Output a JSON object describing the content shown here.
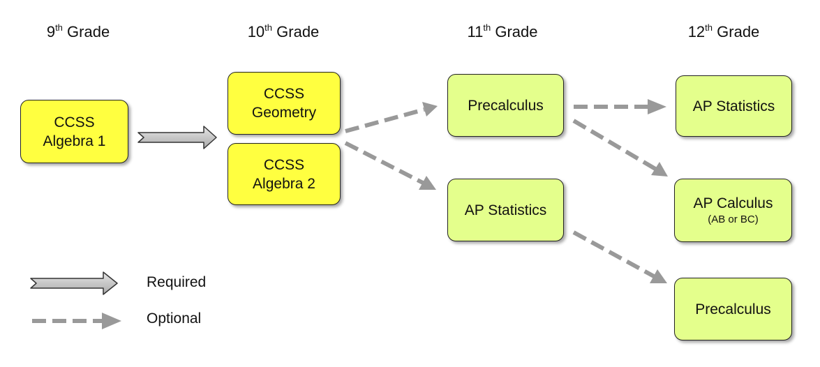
{
  "grades": [
    {
      "number": "9",
      "suffix": "th",
      "label": "Grade"
    },
    {
      "number": "10",
      "suffix": "th",
      "label": "Grade"
    },
    {
      "number": "11",
      "suffix": "th",
      "label": "Grade"
    },
    {
      "number": "12",
      "suffix": "th",
      "label": "Grade"
    }
  ],
  "courses": {
    "algebra1": {
      "line1": "CCSS",
      "line2": "Algebra 1"
    },
    "geometry": {
      "line1": "CCSS",
      "line2": "Geometry"
    },
    "algebra2": {
      "line1": "CCSS",
      "line2": "Algebra 2"
    },
    "precalc11": {
      "line1": "Precalculus"
    },
    "apstats11": {
      "line1": "AP Statistics"
    },
    "apstats12": {
      "line1": "AP Statistics"
    },
    "apcalc12": {
      "line1": "AP Calculus",
      "line2": "(AB or BC)"
    },
    "precalc12": {
      "line1": "Precalculus"
    }
  },
  "colors": {
    "grade_9_10_fill": "#ffff40",
    "grade_11_12_fill": "#e4ff8c",
    "arrow": "#999999",
    "border": "#222222"
  },
  "legend": {
    "required": "Required",
    "optional": "Optional"
  }
}
